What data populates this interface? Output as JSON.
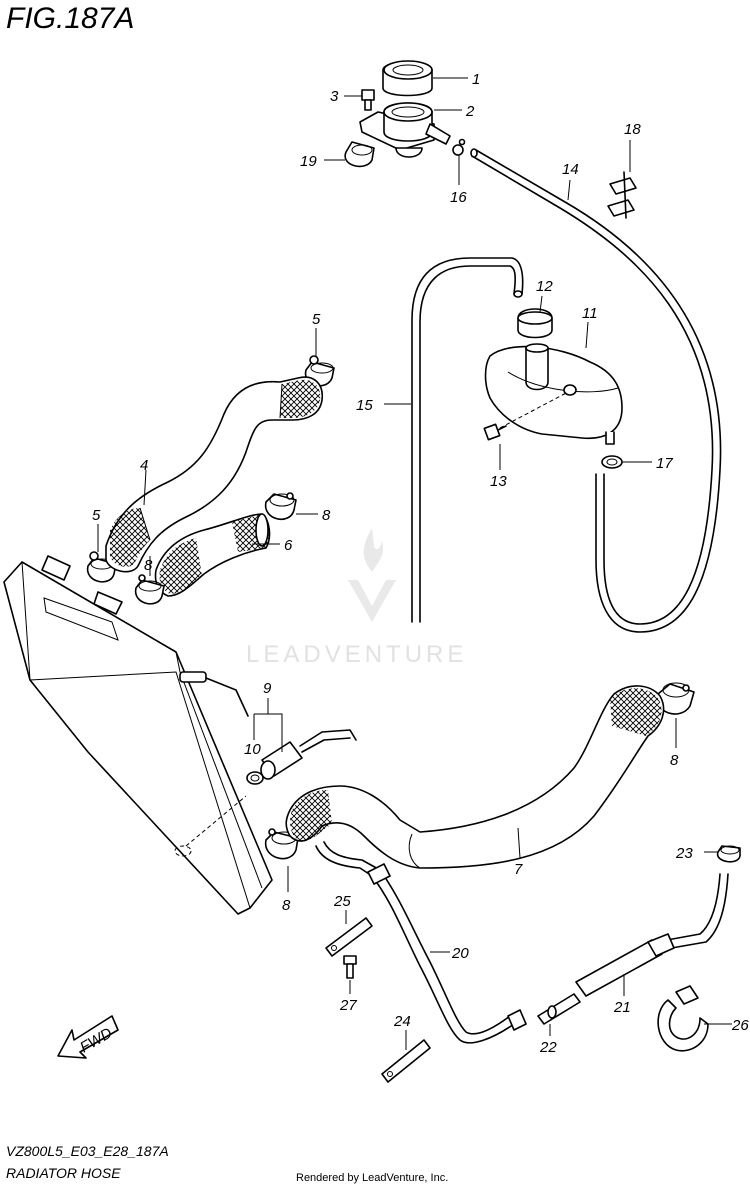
{
  "header": {
    "title": "FIG.187A"
  },
  "footer": {
    "model_code": "VZ800L5_E03_E28_187A",
    "section_name": "RADIATOR HOSE",
    "credit": "Rendered by LeadVenture, Inc."
  },
  "watermark": {
    "brand": "LEADVENTURE"
  },
  "direction": {
    "label": "FWD"
  },
  "callouts": {
    "c1": "1",
    "c2": "2",
    "c3": "3",
    "c4": "4",
    "c5a": "5",
    "c5b": "5",
    "c6": "6",
    "c7": "7",
    "c8a": "8",
    "c8b": "8",
    "c8c": "8",
    "c8d": "8",
    "c9": "9",
    "c10": "10",
    "c11": "11",
    "c12": "12",
    "c13": "13",
    "c14": "14",
    "c15": "15",
    "c16": "16",
    "c17": "17",
    "c18": "18",
    "c19": "19",
    "c20": "20",
    "c21": "21",
    "c22": "22",
    "c23": "23",
    "c24": "24",
    "c25": "25",
    "c26": "26",
    "c27": "27"
  }
}
